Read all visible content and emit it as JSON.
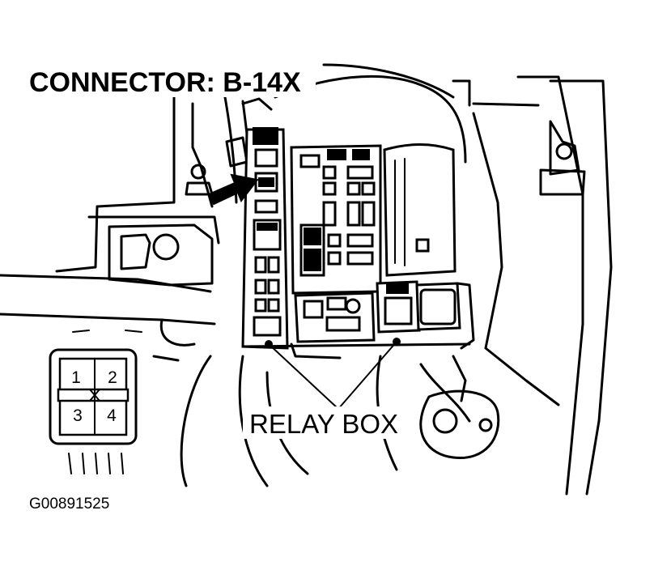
{
  "diagram": {
    "title": "CONNECTOR: B-14X",
    "callout_label": "RELAY BOX",
    "figure_code": "G00891525",
    "connector_pins": [
      "1",
      "2",
      "3",
      "4"
    ]
  }
}
